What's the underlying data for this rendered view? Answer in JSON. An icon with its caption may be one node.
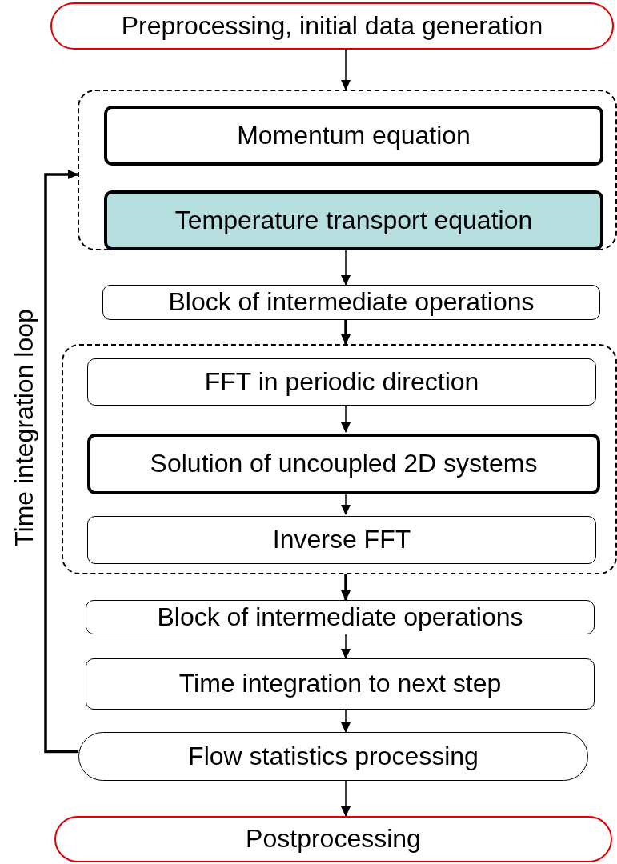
{
  "diagram": {
    "nodes": [
      {
        "text": [
          "Preprocessing, initial data generation"
        ]
      },
      {
        "text": [],
        "shape": "box"
      },
      {
        "text": [
          "Momentum equation"
        ],
        "in": 1
      },
      {
        "text": [
          "Temperature transport equation"
        ],
        "in": 1
      },
      {
        "text": [
          "Block of intermediate operations"
        ]
      },
      {
        "text": [],
        "shape": "box"
      },
      {
        "text": [
          "FFT in periodic direction"
        ],
        "in": 5
      },
      {
        "text": [
          "Solution of uncoupled 2D systems"
        ],
        "in": 5
      },
      {
        "text": [
          "Inverse FFT"
        ],
        "in": 5
      },
      {
        "text": [
          "Block of intermediate operations"
        ]
      },
      {
        "text": [
          "Time integration to next step"
        ]
      },
      {
        "text": [
          "Flow statistics processing"
        ]
      },
      {
        "text": [
          "Postprocessing"
        ]
      }
    ],
    "edges": [
      {
        "from": 0,
        "to": 1,
        "arrow": "to"
      },
      {
        "from": 1,
        "to": 4,
        "arrow": "to"
      },
      {
        "from": 4,
        "to": 5,
        "arrow": "to",
        "style": "thick"
      },
      {
        "from": 6,
        "to": 7,
        "arrow": "to"
      },
      {
        "from": 7,
        "to": 8,
        "arrow": "to"
      },
      {
        "from": 5,
        "to": 9,
        "arrow": "to",
        "style": "thick"
      },
      {
        "from": 9,
        "to": 10,
        "arrow": "to"
      },
      {
        "from": 10,
        "to": 11,
        "arrow": "to"
      },
      {
        "from": 11,
        "to": 12,
        "arrow": "to"
      },
      {
        "from": 11,
        "to": 1,
        "arrow": "to",
        "style": "thick",
        "label": "Time integration loop"
      }
    ]
  }
}
